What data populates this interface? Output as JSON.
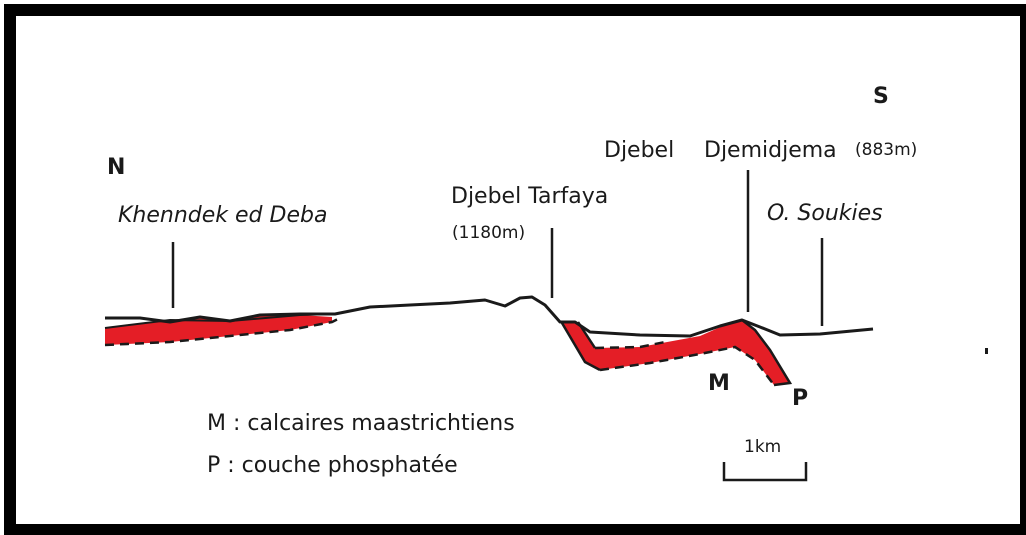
{
  "orientation": {
    "north": "N",
    "south": "S"
  },
  "localities": {
    "khenndek": "Khenndek ed Deba",
    "tarfaya_name": "Djebel Tarfaya",
    "tarfaya_alt": "(1180m)",
    "djebel_word": "Djebel",
    "djemidjema_name": "Djemidjema",
    "djemidjema_alt": "(883m)",
    "soukies": "O. Soukies"
  },
  "units": {
    "M": "M",
    "P": "P"
  },
  "legend": {
    "m_line": "M : calcaires maastrichtiens",
    "p_line": "P : couche phosphatée"
  },
  "scale_bar": {
    "label": "1km"
  },
  "colors": {
    "phosphate_layer": "#e41e26",
    "ink": "#1a1a1a",
    "frame": "#000000"
  }
}
